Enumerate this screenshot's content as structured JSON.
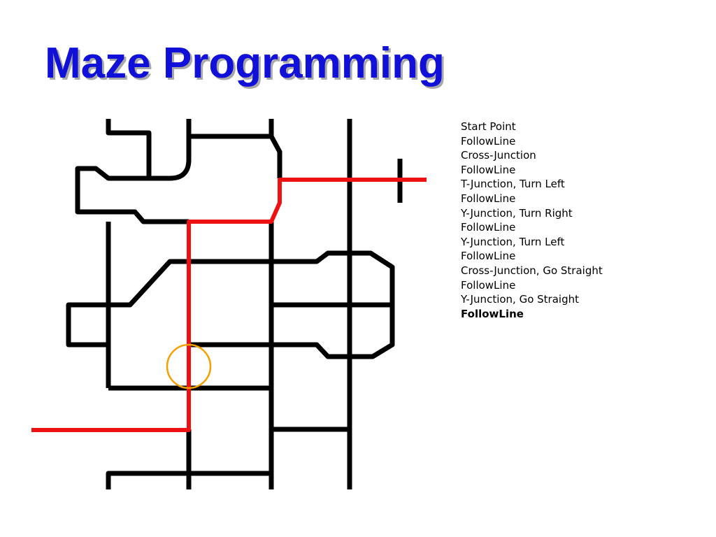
{
  "slide": {
    "title": "Maze Programming"
  },
  "colors": {
    "title": "#1010d8",
    "maze_walls": "#000000",
    "robot_path": "#ee1111",
    "highlight_circle": "#f5a000"
  },
  "steps": [
    {
      "text": "Start Point",
      "emphasized": false
    },
    {
      "text": "FollowLine",
      "emphasized": false
    },
    {
      "text": "Cross-Junction",
      "emphasized": false
    },
    {
      "text": "FollowLine",
      "emphasized": false
    },
    {
      "text": "T-Junction, Turn Left",
      "emphasized": false
    },
    {
      "text": "FollowLine",
      "emphasized": false
    },
    {
      "text": "Y-Junction, Turn Right",
      "emphasized": false
    },
    {
      "text": "FollowLine",
      "emphasized": false
    },
    {
      "text": "Y-Junction, Turn Left",
      "emphasized": false
    },
    {
      "text": "FollowLine",
      "emphasized": false
    },
    {
      "text": "Cross-Junction, Go Straight",
      "emphasized": false
    },
    {
      "text": "FollowLine",
      "emphasized": false
    },
    {
      "text": "Y-Junction, Go Straight",
      "emphasized": false
    },
    {
      "text": "FollowLine",
      "emphasized": true
    }
  ]
}
